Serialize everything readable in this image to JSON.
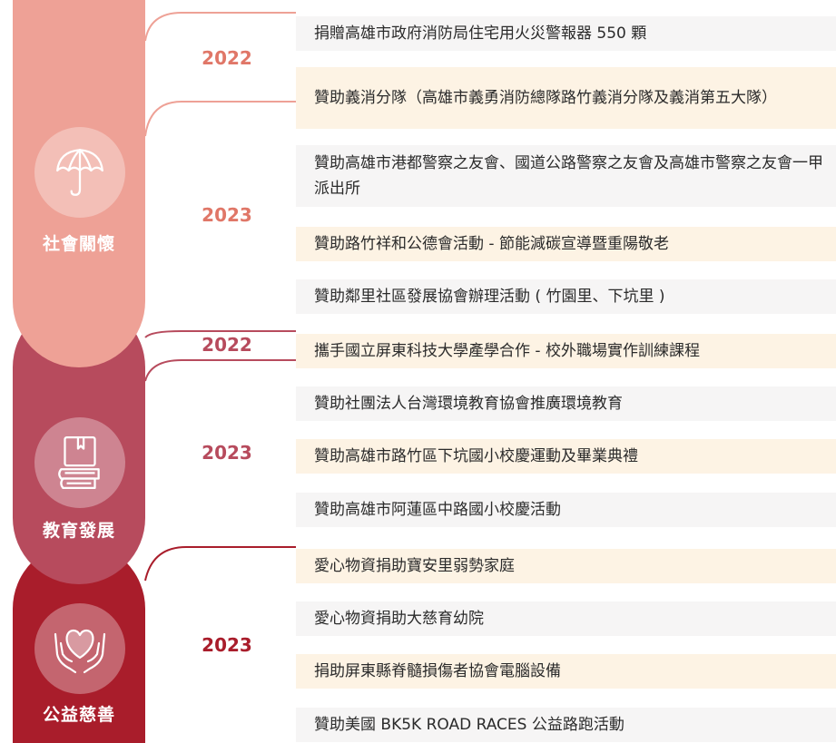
{
  "colors": {
    "social": "#eea196",
    "education": "#b74b5d",
    "charity": "#a91d2b",
    "year_social": "#e07768",
    "year_education": "#b74b5d",
    "year_charity": "#a91d2b",
    "row_odd": "#f6f5f5",
    "row_even": "#fdf3e4"
  },
  "categories": [
    {
      "label": "社會關懷",
      "icon": "umbrella-icon"
    },
    {
      "label": "教育發展",
      "icon": "books-icon"
    },
    {
      "label": "公益慈善",
      "icon": "heart-hands-icon"
    }
  ],
  "years": [
    "2022",
    "2023",
    "2022",
    "2023",
    "2023"
  ],
  "items": [
    "捐贈高雄市政府消防局住宅用火災警報器 550 顆",
    "贊助義消分隊（高雄市義勇消防總隊路竹義消分隊及義消第五大隊）",
    "贊助高雄市港都警察之友會、國道公路警察之友會及高雄市警察之友會一甲派出所",
    "贊助路竹祥和公德會活動 - 節能減碳宣導暨重陽敬老",
    "贊助鄰里社區發展協會辦理活動 ( 竹園里、下坑里 )",
    "攜手國立屏東科技大學產學合作 - 校外職場實作訓練課程",
    "贊助社團法人台灣環境教育協會推廣環境教育",
    "贊助高雄市路竹區下坑國小校慶運動及畢業典禮",
    "贊助高雄市阿蓮區中路國小校慶活動",
    "愛心物資捐助寶安里弱勢家庭",
    "愛心物資捐助大慈育幼院",
    "捐助屏東縣脊髓損傷者協會電腦設備",
    "贊助美國 BK5K ROAD RACES 公益路跑活動"
  ]
}
